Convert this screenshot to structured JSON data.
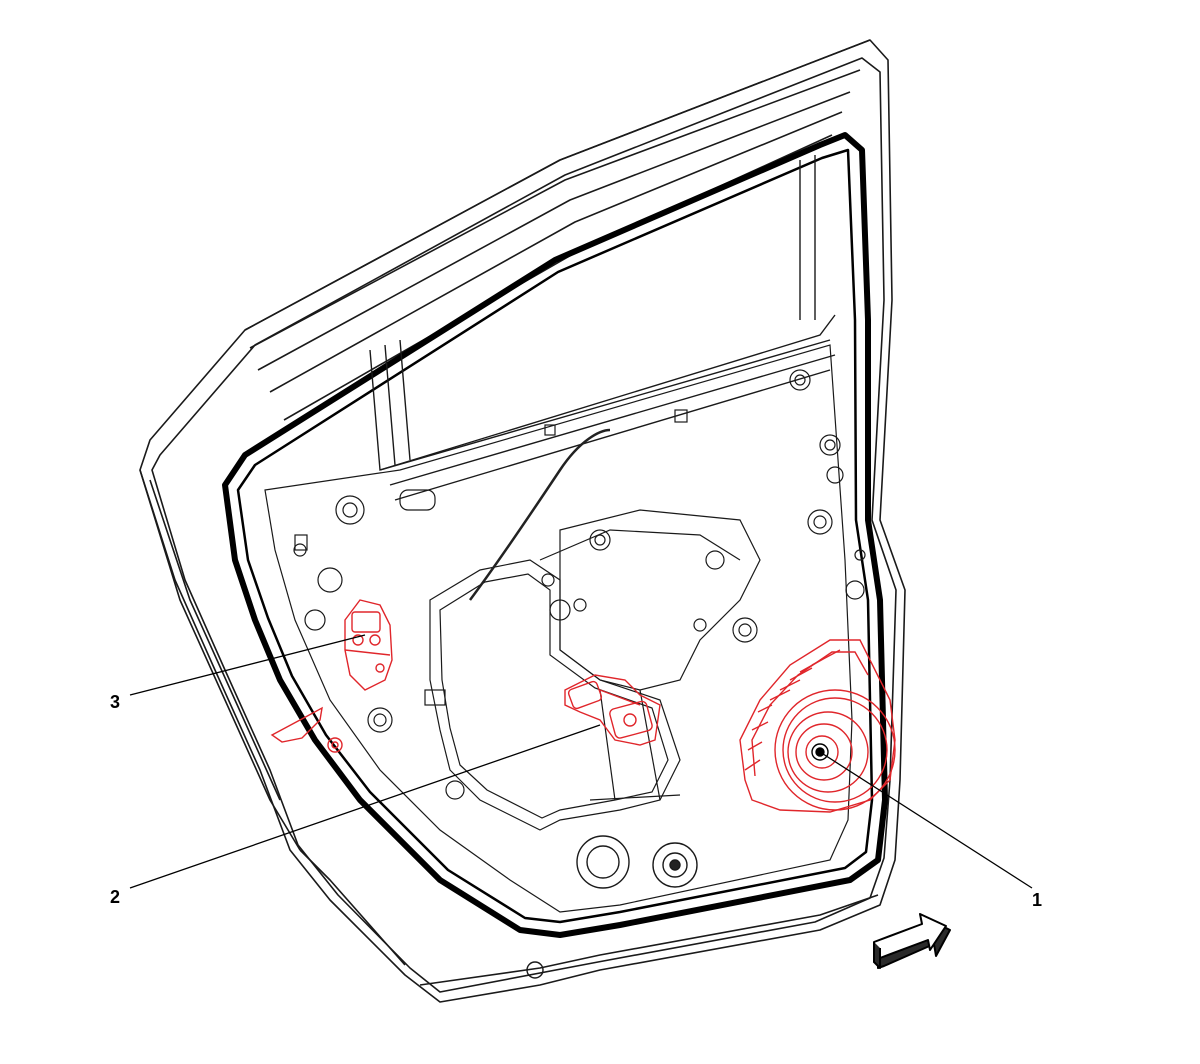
{
  "callouts": [
    {
      "id": "1",
      "label": "1",
      "part": "speaker"
    },
    {
      "id": "2",
      "label": "2",
      "part": "window-regulator-motor"
    },
    {
      "id": "3",
      "label": "3",
      "part": "door-latch"
    }
  ],
  "colors": {
    "line": "#1a1a1a",
    "highlight": "#e0262b",
    "background": "#ffffff"
  },
  "icons": {
    "orientation": "forward-arrow-icon"
  }
}
